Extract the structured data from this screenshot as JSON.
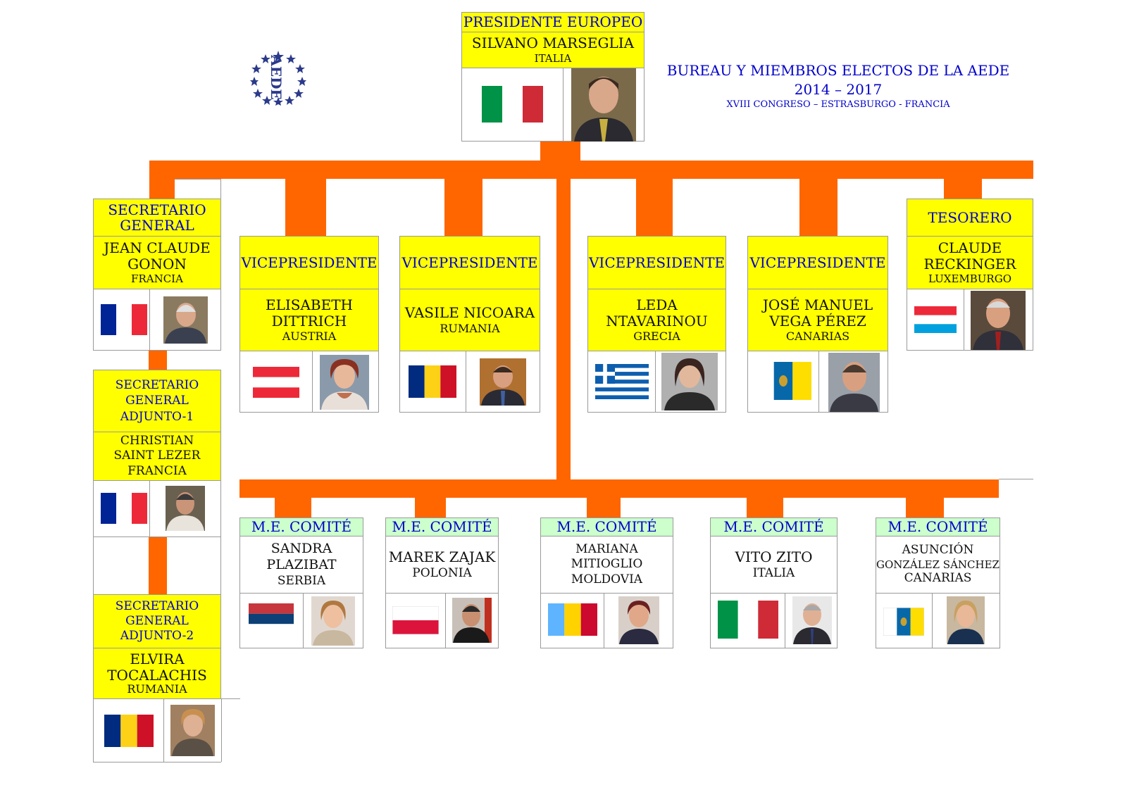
{
  "header": {
    "logo_text": "AEDE",
    "title": "BUREAU Y MIEMBROS ELECTOS DE LA AEDE",
    "years": "2014 – 2017",
    "congress": "XVIII CONGRESO – ESTRASBURGO - FRANCIA"
  },
  "president": {
    "role": "PRESIDENTE EUROPEO",
    "name": "SILVANO MARSEGLIA",
    "country": "ITALIA"
  },
  "secretary_general": {
    "role": [
      "SECRETARIO",
      "GENERAL"
    ],
    "name": [
      "JEAN CLAUDE",
      "GONON"
    ],
    "country": "FRANCIA"
  },
  "adjunto1": {
    "role": [
      "SECRETARIO",
      "GENERAL",
      "ADJUNTO-1"
    ],
    "name": [
      "CHRISTIAN",
      "SAINT LEZER"
    ],
    "country": "FRANCIA"
  },
  "adjunto2": {
    "role": [
      "SECRETARIO",
      "GENERAL",
      "ADJUNTO-2"
    ],
    "name": [
      "ELVIRA",
      "TOCALACHIS"
    ],
    "country": "RUMANIA"
  },
  "treasurer": {
    "role": "TESORERO",
    "name": [
      "CLAUDE",
      "RECKINGER"
    ],
    "country": "LUXEMBURGO"
  },
  "vicepresidents": [
    {
      "role": "VICEPRESIDENTE",
      "name": [
        "ELISABETH",
        "DITTRICH"
      ],
      "country": "AUSTRIA"
    },
    {
      "role": "VICEPRESIDENTE",
      "name": [
        "VASILE NICOARA"
      ],
      "country": "RUMANIA"
    },
    {
      "role": "VICEPRESIDENTE",
      "name": [
        "LEDA",
        "NTAVARINOU"
      ],
      "country": "GRECIA"
    },
    {
      "role": "VICEPRESIDENTE",
      "name": [
        "JOSÉ MANUEL",
        "VEGA PÉREZ"
      ],
      "country": "CANARIAS"
    }
  ],
  "committee": [
    {
      "role": "M.E. COMITÉ",
      "name": [
        "SANDRA",
        "PLAZIBAT"
      ],
      "country": "SERBIA"
    },
    {
      "role": "M.E. COMITÉ",
      "name": [
        "MAREK ZAJAK"
      ],
      "country": "POLONIA"
    },
    {
      "role": "M.E. COMITÉ",
      "name": [
        "MARIANA",
        "MITIOGLIO"
      ],
      "country": "MOLDOVIA"
    },
    {
      "role": "M.E. COMITÉ",
      "name": [
        "VITO ZITO"
      ],
      "country": "ITALIA"
    },
    {
      "role": "M.E. COMITÉ",
      "name": [
        "ASUNCIÓN",
        "GONZÁLEZ SÁNCHEZ"
      ],
      "country": "CANARIAS"
    }
  ],
  "colors": {
    "connector": "#ff6600",
    "role_text": "#0000cc",
    "yellow_cell": "#ffff00",
    "green_cell": "#ccffcc"
  },
  "icons": {
    "member_photo": "person-photo-icon",
    "flag": "country-flag-icon",
    "logo": "aede-star-logo-icon"
  }
}
